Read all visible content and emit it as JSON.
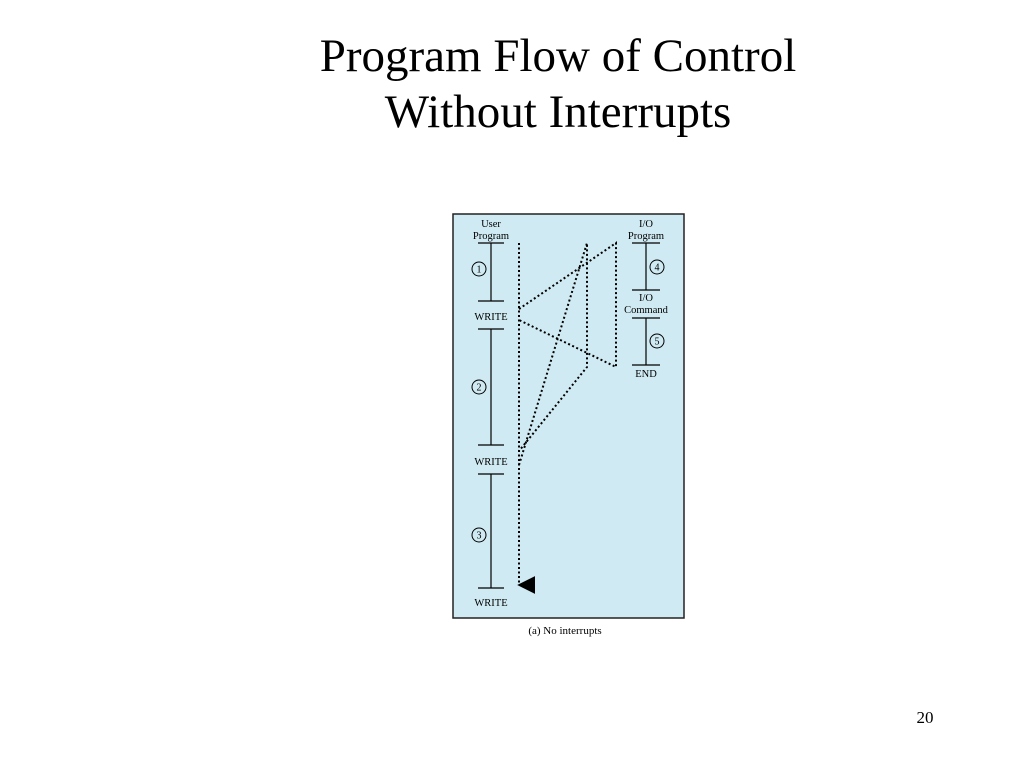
{
  "slide": {
    "title_line1": "Program Flow of Control",
    "title_line2": "Without Interrupts",
    "number": "20"
  },
  "diagram": {
    "panel_color": "#cfeaf2",
    "user_program": {
      "label_line1": "User",
      "label_line2": "Program",
      "steps": [
        "1",
        "2",
        "3"
      ],
      "writes": [
        "WRITE",
        "WRITE",
        "WRITE"
      ]
    },
    "io_program": {
      "label_line1": "I/O",
      "label_line2": "Program",
      "steps": [
        "4",
        "5"
      ],
      "command_line1": "I/O",
      "command_line2": "Command",
      "end": "END"
    },
    "caption": "(a) No interrupts"
  }
}
